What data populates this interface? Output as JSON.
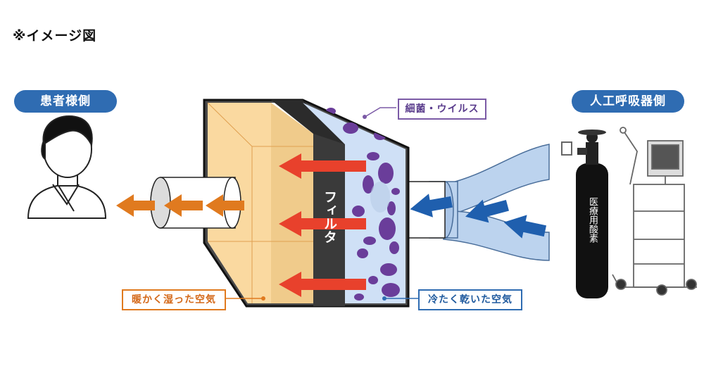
{
  "note": "※イメージ図",
  "patient_side": "患者様側",
  "ventilator_side": "人工呼吸器側",
  "filter_label": "フィルタ",
  "germ_label": "細菌・ウイルス",
  "warm_air_label": "暖かく湿った空気",
  "cold_air_label": "冷たく乾いた空気",
  "oxygen_label": "医療用酸素",
  "colors": {
    "pill_blue": "#2f6cb2",
    "warm_orange": "#e07a1f",
    "red_arrow": "#e8412c",
    "blue_arrow": "#1f5fae",
    "germ_purple": "#6a3d9a",
    "filter_dark": "#2b2b2b"
  }
}
